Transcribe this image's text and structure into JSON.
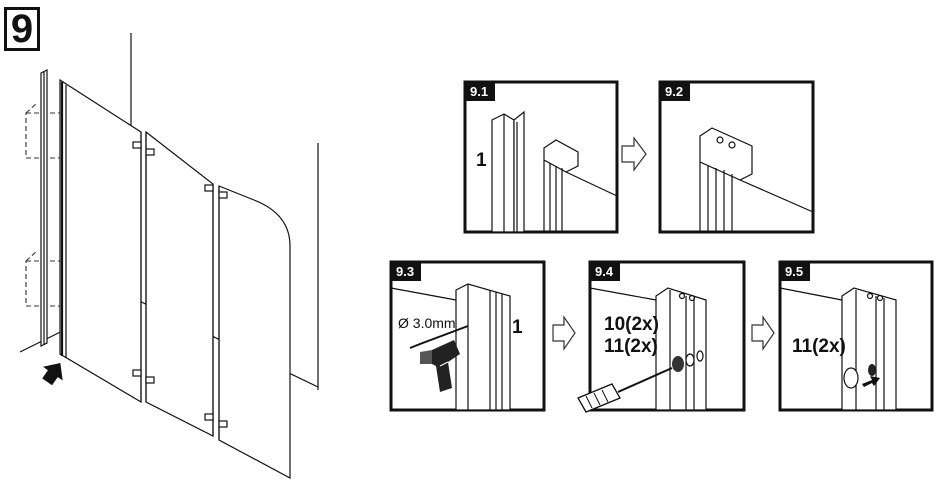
{
  "step": {
    "number": "9"
  },
  "panels": [
    {
      "id": "9.1",
      "tag": "9.1",
      "labels": [
        "1"
      ]
    },
    {
      "id": "9.2",
      "tag": "9.2",
      "labels": []
    },
    {
      "id": "9.3",
      "tag": "9.3",
      "labels": [
        "1"
      ],
      "drill_bit": "Ø 3.0mm"
    },
    {
      "id": "9.4",
      "tag": "9.4",
      "labels": [
        "10(2x)",
        "11(2x)"
      ]
    },
    {
      "id": "9.5",
      "tag": "9.5",
      "labels": [
        "11(2x)"
      ]
    }
  ],
  "icons": {
    "next_step": "hollow-arrow-right-icon",
    "insert_direction": "solid-arrow-up-icon",
    "drill": "drill-icon",
    "screwdriver": "screwdriver-icon"
  }
}
